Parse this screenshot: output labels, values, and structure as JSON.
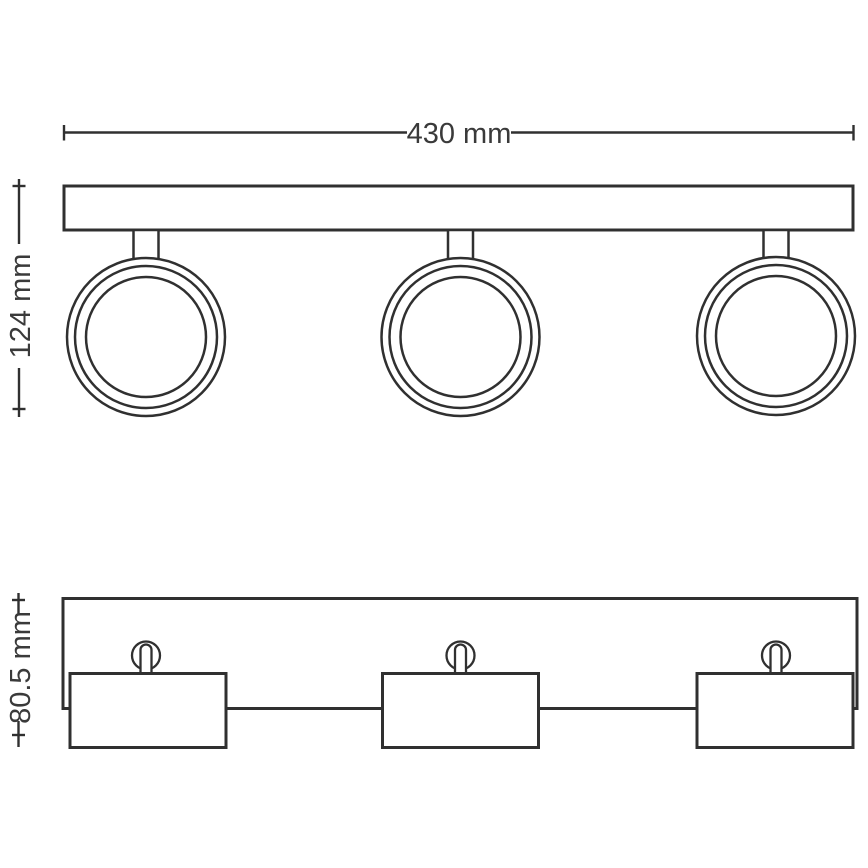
{
  "drawing": {
    "type": "dimension-diagram",
    "spot_count": 3,
    "labels": {
      "width": "430 mm",
      "height": "124 mm",
      "depth": "80.5 mm"
    },
    "colors": {
      "line": "#303030",
      "label_text": "#3a3a3a",
      "background": "#ffffff"
    }
  }
}
